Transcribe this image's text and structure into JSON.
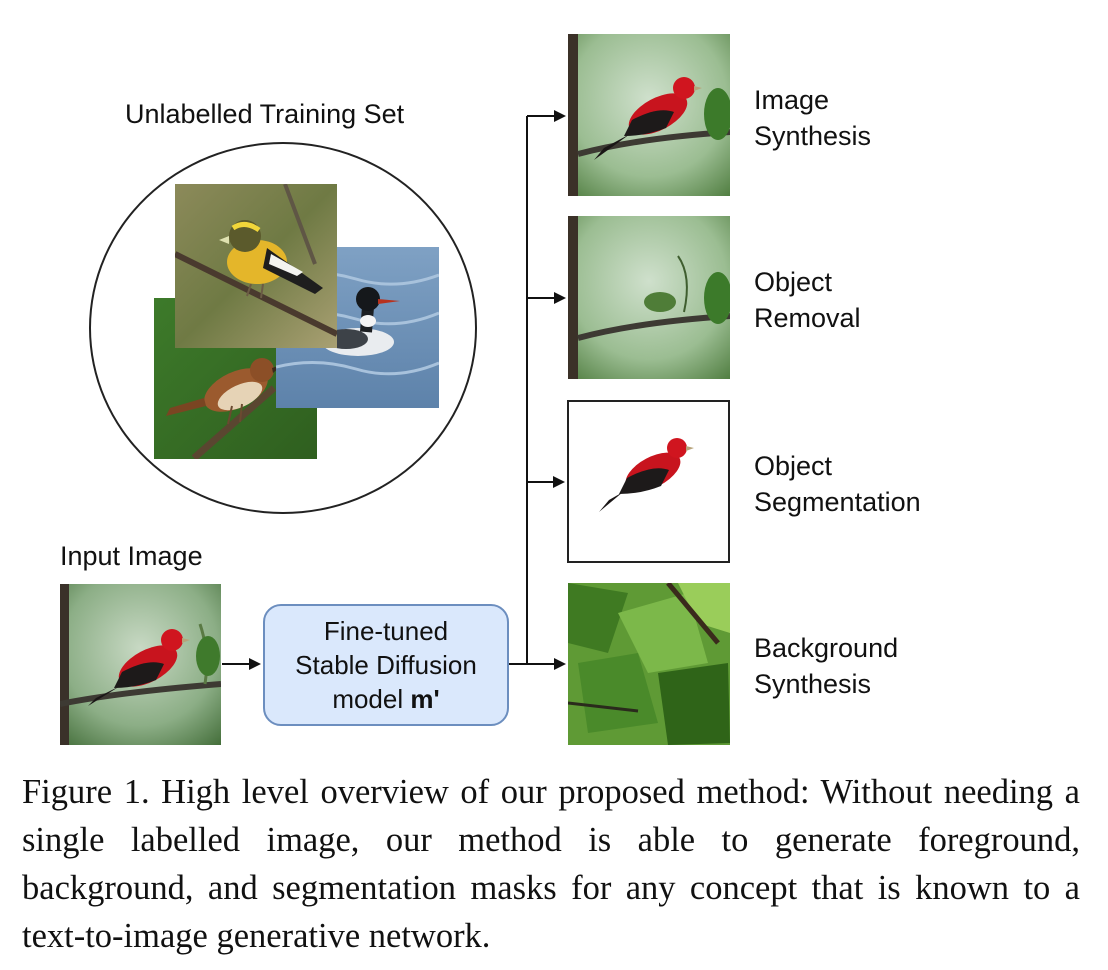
{
  "training_set": {
    "title": "Unlabelled Training Set"
  },
  "input": {
    "title": "Input Image"
  },
  "model": {
    "line1": "Fine-tuned",
    "line2": "Stable Diffusion",
    "line3_prefix": "model ",
    "line3_bold": "m'"
  },
  "outputs": [
    {
      "line1": "Image",
      "line2": "Synthesis"
    },
    {
      "line1": "Object",
      "line2": "Removal"
    },
    {
      "line1": "Object",
      "line2": "Segmentation"
    },
    {
      "line1": "Background",
      "line2": "Synthesis"
    }
  ],
  "caption": "Figure 1. High level overview of our proposed method: Without needing a single labelled image, our method is able to generate foreground, background, and segmentation masks for any concept that is known to a text-to-image generative network.",
  "colors": {
    "model_fill": "#dae8fc",
    "model_border": "#6c8ebf",
    "bird_red": "#c8141e",
    "foliage_green": "#4e8a2e"
  }
}
